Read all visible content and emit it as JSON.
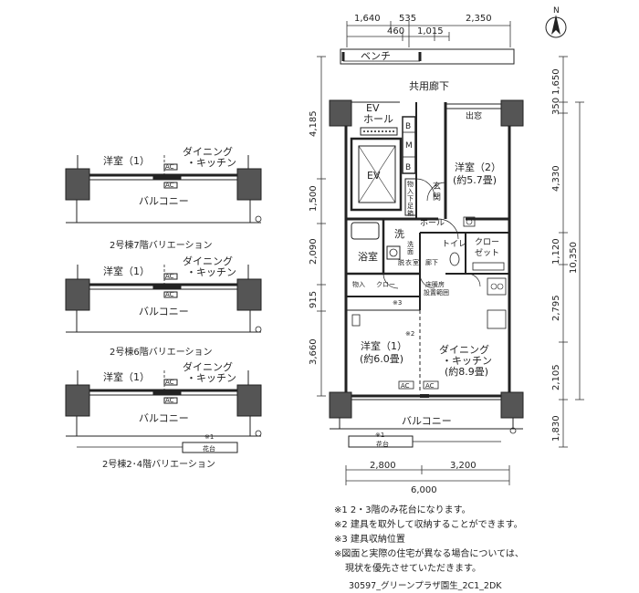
{
  "north_label": "N",
  "top_dims": {
    "row1": [
      "1,640",
      "535",
      "2,350"
    ],
    "row2": [
      "460",
      "1,015"
    ]
  },
  "bottom_dims": {
    "parts": [
      "2,800",
      "3,200"
    ],
    "total": "6,000"
  },
  "left_dims": [
    "4,185",
    "1,500",
    "2,090",
    "915",
    "3,660"
  ],
  "right_dims": [
    "1,650",
    "350",
    "4,330",
    "1,120",
    "2,795",
    "2,105",
    "1,830"
  ],
  "right_total": "10,350",
  "rooms": {
    "bench": "ベンチ",
    "corridor": "共用廊下",
    "ev_hall_1": "EV",
    "ev_hall_2": "ホール",
    "ev": "EV",
    "mb_b1": "B",
    "mb_m": "M",
    "mb_b2": "B",
    "storage": "出窓",
    "yoshitsu2_a": "洋室（2）",
    "yoshitsu2_b": "(約5.7畳)",
    "genkan_1": "玄",
    "genkan_2": "関",
    "shoe_1": "物",
    "shoe_2": "入",
    "shoe_3": "下",
    "shoe_4": "足",
    "shoe_5": "箱",
    "hall": "ホール",
    "bath": "浴室",
    "wash": "洗",
    "datsui_1": "洗",
    "datsui_2": "面",
    "datsui_3": "脱",
    "datsui_4": "衣",
    "datsui_5": "室",
    "toilet": "トイレ",
    "closet_1": "クロー",
    "closet_2": "ゼット",
    "corridor_small": "廊下",
    "monoire": "物入",
    "closet_small": "クロー\nゼット",
    "kitchen_range_1": "床暖房",
    "kitchen_range_2": "設置範囲",
    "note3": "※3",
    "note2": "※2",
    "yoshitsu1_a": "洋室（1）",
    "yoshitsu1_b": "(約6.0畳)",
    "dk_1": "ダイニング",
    "dk_2": "・キッチン",
    "dk_3": "(約8.9畳)",
    "ac": "AC",
    "balcony": "バルコニー",
    "note1": "※1",
    "kadai": "花台"
  },
  "variations": [
    {
      "caption": "2号棟7階バリエーション",
      "room": "洋室（1）",
      "dk1": "ダイニング",
      "dk2": "・キッチン",
      "ac": "AC",
      "balcony": "バルコニー",
      "note": "",
      "kadai": ""
    },
    {
      "caption": "2号棟6階バリエーション",
      "room": "洋室（1）",
      "dk1": "ダイニング",
      "dk2": "・キッチン",
      "ac": "AC",
      "balcony": "バルコニー",
      "note": "",
      "kadai": ""
    },
    {
      "caption": "2号棟2･4階バリエーション",
      "room": "洋室（1）",
      "dk1": "ダイニング",
      "dk2": "・キッチン",
      "ac": "AC",
      "balcony": "バルコニー",
      "note": "※1",
      "kadai": "花台"
    }
  ],
  "notes": [
    "※1  2・3階のみ花台になります。",
    "※2  建具を取外して収納することができます。",
    "※3  建具収納位置",
    "※図面と実際の住宅が異なる場合については、",
    "現状を優先させていただきます。"
  ],
  "plan_code": "30597_グリーンプラザ園生_2C1_2DK"
}
